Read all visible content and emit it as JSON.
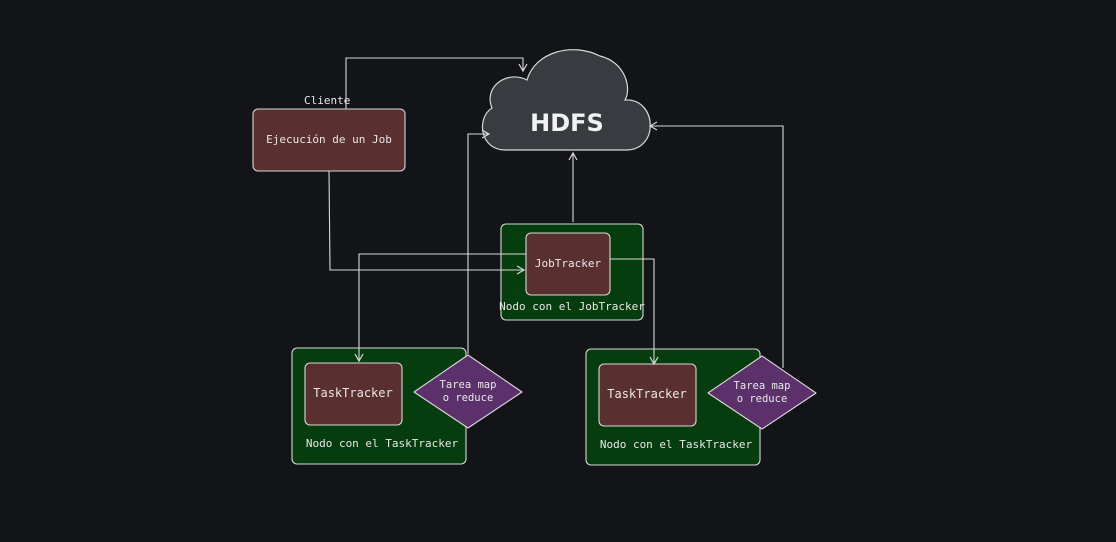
{
  "diagram": {
    "client_label": "Cliente",
    "job_box_label": "Ejecución de un Job",
    "hdfs_label": "HDFS",
    "jobtracker_label": "JobTracker",
    "jobtracker_node_label": "Nodo con el JobTracker",
    "tasktracker_left_label": "TaskTracker",
    "tasktracker_right_label": "TaskTracker",
    "task_left_line1": "Tarea map",
    "task_left_line2": "o reduce",
    "task_right_line1": "Tarea map",
    "task_right_line2": "o reduce",
    "tasktracker_node_left_label": "Nodo con el TaskTracker",
    "tasktracker_node_right_label": "Nodo con el TaskTracker"
  },
  "colors": {
    "background": "#121418",
    "process_box": "#5a2f30",
    "node_container": "#063d0e",
    "task_diamond": "#5b306b",
    "cloud": "#383b3f",
    "stroke": "#d8d8d8"
  }
}
